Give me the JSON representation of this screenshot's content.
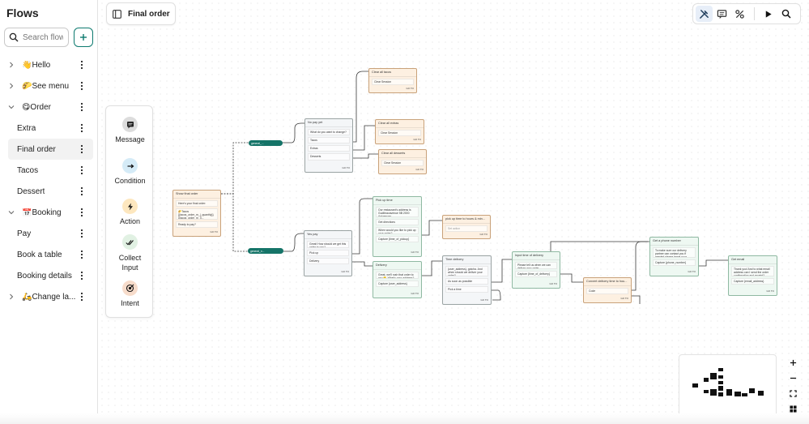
{
  "sidebar": {
    "title": "Flows",
    "search_placeholder": "Search flows",
    "flows": [
      {
        "label": "👋Hello",
        "expandable": true,
        "expanded": false
      },
      {
        "label": "🌮See menu",
        "expandable": true,
        "expanded": false
      },
      {
        "label": "😋Order",
        "expandable": true,
        "expanded": true
      },
      {
        "label": "Extra",
        "child": true
      },
      {
        "label": "Final order",
        "child": true,
        "active": true
      },
      {
        "label": "Tacos",
        "child": true
      },
      {
        "label": "Dessert",
        "child": true
      },
      {
        "label": "📅Booking",
        "expandable": true,
        "expanded": true
      },
      {
        "label": "Pay",
        "child": true
      },
      {
        "label": "Book a table",
        "child": true
      },
      {
        "label": "Booking details",
        "child": true
      },
      {
        "label": "🛵Change la...",
        "expandable": true,
        "expanded": false
      }
    ]
  },
  "header": {
    "title": "Final order"
  },
  "palette": {
    "items": [
      {
        "label": "Message",
        "icon": "message-icon",
        "color": "#dcdcdc"
      },
      {
        "label": "Condition",
        "icon": "arrow-right-icon",
        "color": "#d5ebf7"
      },
      {
        "label": "Action",
        "icon": "lightning-icon",
        "color": "#fde7bf"
      },
      {
        "label": "Collect Input",
        "icon": "check-double-icon",
        "color": "#e1f1e3"
      },
      {
        "label": "Intent",
        "icon": "target-icon",
        "color": "#f7dccb"
      }
    ]
  },
  "nodes": {
    "show_final_order": {
      "title": "Show final order",
      "rows": [
        "Here's your final order:",
        "🌮Tacos {{tacos_order_m_|_quantity}} {{tacos_order_m_{i...",
        "Ready to pay?"
      ]
    },
    "pill_top": {
      "label": "general_..."
    },
    "pill_bottom": {
      "label": "general_n..."
    },
    "no_pay_yet": {
      "title": "No pay yet",
      "rows": [
        "What do you want to change?",
        "Tacos",
        "Extras",
        "Desserts"
      ]
    },
    "clear_tacos": {
      "title": "Clear all tacos",
      "rows": [
        "Clear Session"
      ]
    },
    "clear_extras": {
      "title": "Clear all extras",
      "rows": [
        "Clear Session"
      ]
    },
    "clear_desserts": {
      "title": "Clear all desserts",
      "rows": [
        "Clear Session"
      ]
    },
    "yes_pay": {
      "title": "Yes pay",
      "rows": [
        "Great! How should we get this order to you?",
        "Pick up",
        "Delivery"
      ]
    },
    "pick_up_time": {
      "title": "Pick up time",
      "rows": [
        "Our restaurant's address is Gudibracavenue 5B 2000 Antwerpen.",
        "Get directions",
        "When would you like to pick up your order?",
        "Capture {time_of_pickup}"
      ]
    },
    "pickup_convert": {
      "title": "pick up time to hours & min...",
      "rows": [
        "Set action"
      ]
    },
    "delivery": {
      "title": "Delivery",
      "rows": [
        "Great, we'll rush that order to you 🙂 What's your address?",
        "Capture {user_address}"
      ]
    },
    "time_delivery": {
      "title": "Time delivery",
      "rows": [
        "{user_address}, gotcha. And when should we deliver your order?",
        "As soon as possible",
        "Pick a time"
      ]
    },
    "input_time": {
      "title": "Input time of delivery",
      "rows": [
        "Please tell us when we can deliver your order.",
        "Capture {time_of_delivery}"
      ]
    },
    "convert_delivery": {
      "title": "Convert delivery time to hou...",
      "rows": [
        "Code"
      ]
    },
    "get_phone": {
      "title": "Get a phone number",
      "rows": [
        "To make sure our delivery partner can contact you if needed please leave your...",
        "Capture {phone_number}"
      ]
    },
    "get_email": {
      "title": "Get email",
      "rows": [
        "Thank you! And to what email address can I send the order confirmation and receipt?",
        "Capture {email_address}"
      ]
    },
    "footer": "GO TO"
  },
  "colors": {
    "accent": "#0d7a6f",
    "action_node": "#fdf0e1",
    "message_node": "#eef8f2"
  }
}
